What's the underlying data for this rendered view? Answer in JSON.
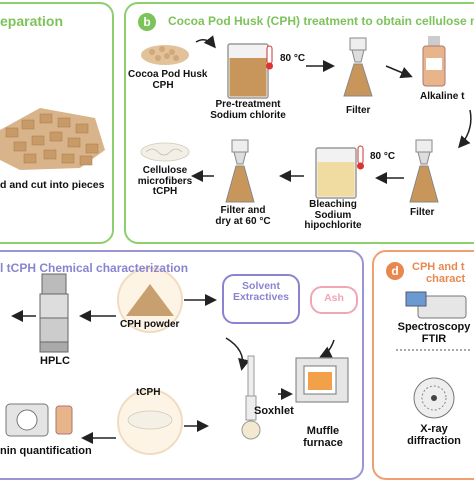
{
  "panel_a": {
    "title": "eparation",
    "caption": "d and cut into pieces"
  },
  "panel_b": {
    "letter": "b",
    "title": "Cocoa Pod Husk (CPH) treatment to obtain cellulose m",
    "cph_label_1": "Cocoa Pod Husk",
    "cph_label_2": "CPH",
    "temp_1": "80 °C",
    "pretreatment_1": "Pre-treatment",
    "pretreatment_2": "Sodium chlorite",
    "filter_1": "Filter",
    "alkaline": "Alkaline t",
    "cellulose_1": "Cellulose",
    "cellulose_2": "microfibers",
    "cellulose_3": "tCPH",
    "filter_dry_1": "Filter and",
    "filter_dry_2": "dry at 60 °C",
    "bleaching_1": "Bleaching",
    "bleaching_2": "Sodium",
    "bleaching_3": "hipochlorite",
    "temp_2": "80 °C",
    "filter_2": "Filter"
  },
  "panel_c": {
    "title": "l tCPH Chemical characterization",
    "hplc": "HPLC",
    "cph_powder": "CPH powder",
    "solvent_1": "Solvent",
    "solvent_2": "Extractives",
    "ash": "Ash",
    "tcph": "tCPH",
    "soxhlet": "Soxhlet",
    "muffle_1": "Muffle",
    "muffle_2": "furnace",
    "lignin": "nin quantification"
  },
  "panel_d": {
    "letter": "d",
    "title_1": "CPH and t",
    "title_2": "charact",
    "spectro_1": "Spectroscopy",
    "spectro_2": "FTIR",
    "xray_1": "X-ray",
    "xray_2": "diffraction"
  },
  "colors": {
    "green": "#8dcf6f",
    "purple": "#9a96d6",
    "orange": "#f0a070",
    "title_green": "#7cc35a",
    "title_purple": "#8a84d0",
    "title_orange": "#e8884f",
    "liquid": "#c8965a",
    "pill_purple": "#8a84d0",
    "pill_pink": "#f0a6b3"
  }
}
